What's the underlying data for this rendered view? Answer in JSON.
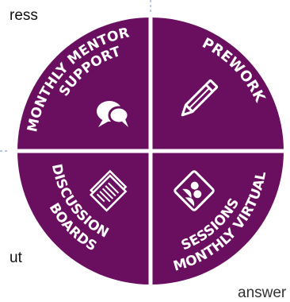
{
  "background_text": {
    "top_left": "ress",
    "bottom_left": "ut",
    "bottom_partial": "answer"
  },
  "diagram": {
    "colors": {
      "quadrant": "#6a0f60",
      "divider": "#ffffff",
      "text": "#ffffff",
      "guide": "#9fb6d6"
    },
    "quadrants": [
      {
        "key": "mentor",
        "line1": "MONTHLY MENTOR",
        "line2": "SUPPORT",
        "icon": "speech-bubbles-icon"
      },
      {
        "key": "prework",
        "line1": "PREWORK",
        "line2": "",
        "icon": "pencil-icon"
      },
      {
        "key": "discussion",
        "line1": "DISCUSSION",
        "line2": "BOARDS",
        "icon": "document-stack-icon"
      },
      {
        "key": "virtual",
        "line1": "MONTHLY VIRTUAL",
        "line2": "SESSIONS",
        "icon": "people-screen-icon"
      }
    ]
  }
}
